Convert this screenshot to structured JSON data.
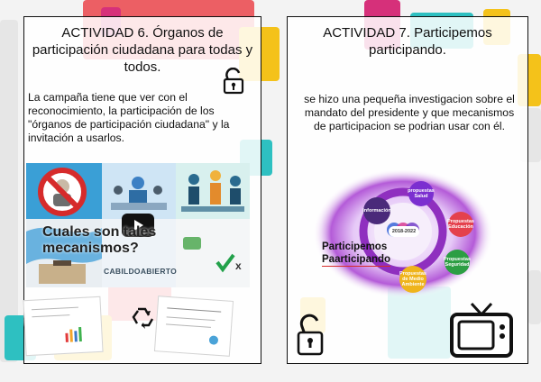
{
  "left": {
    "title": "ACTIVIDAD 6. Órganos de participación ciudadana para todas y todos.",
    "description": "La campaña tiene que ver con el reconocimiento, la participación de los \"órganos de participación ciudadana\" y la invitación a usarlos.",
    "collage_title": "Cuales son tales  mecanismos?",
    "collage_brand": "CABILDOABIERTO"
  },
  "right": {
    "title": "ACTIVIDAD 7. Participemos participando.",
    "description": "se hizo una pequeña investigacion sobre el mandato del presidente y que mecanismos de participacion se podrian usar con él.",
    "prezi_label_line1": "Participemos",
    "prezi_label_line2": "Paarticipando",
    "bubbles": [
      "propuestas Salud",
      "Propuestas Educación",
      "Propuestas Seguridad",
      "Propuestas de Medio Ambiente",
      "Información",
      "2018-2022"
    ]
  },
  "colors": {
    "red": "#ee5f63",
    "yellow": "#f4c21a",
    "teal": "#2ec0c1",
    "pink": "#d6307a",
    "purple": "#8f2fbf"
  },
  "icons": [
    "lock-icon",
    "play-icon",
    "recycle-icon",
    "tv-icon"
  ]
}
